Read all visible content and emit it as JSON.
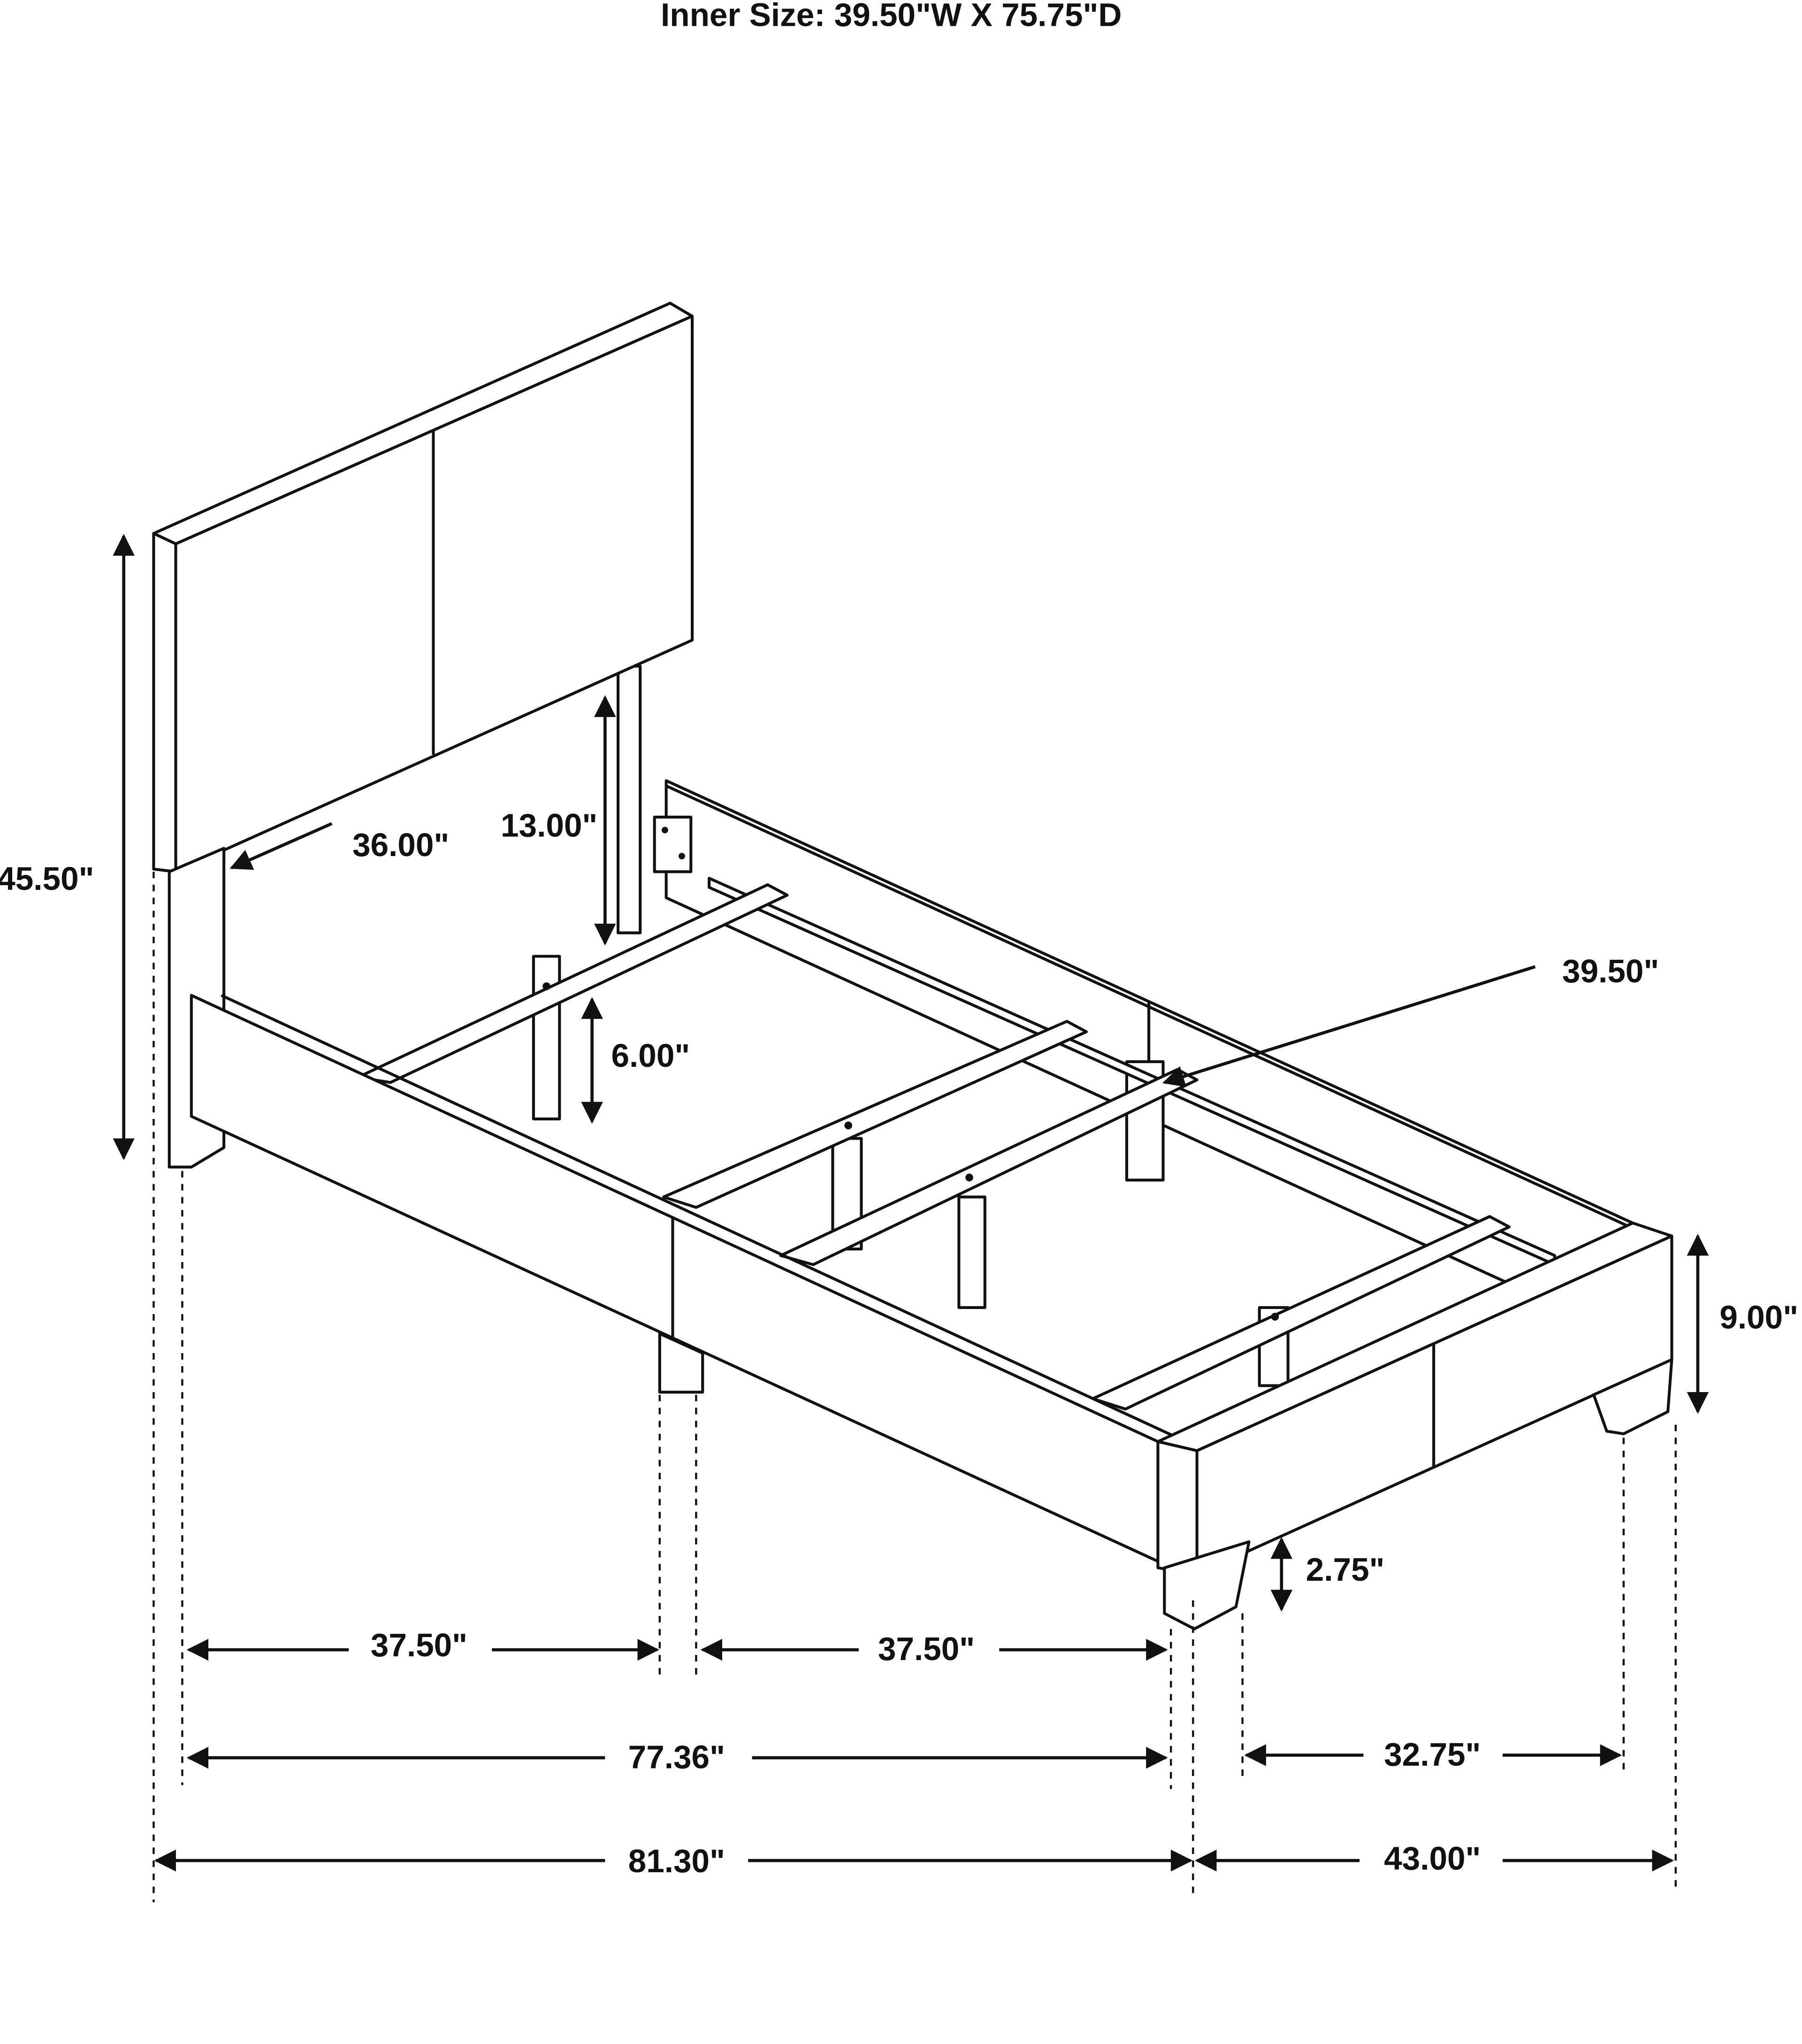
{
  "title": "Inner Size: 39.50\"W X 75.75\"D",
  "dimensions": {
    "headboard_height": "45.50\"",
    "headboard_width": "36.00\"",
    "headboard_clearance": "13.00\"",
    "rail_clearance": "6.00\"",
    "inner_width": "39.50\"",
    "rail_height": "9.00\"",
    "leg_height": "2.75\"",
    "rail_section_1": "37.50\"",
    "rail_section_2": "37.50\"",
    "inner_length": "77.36\"",
    "leg_span_width": "32.75\"",
    "overall_length": "81.30\"",
    "overall_width": "43.00\""
  }
}
